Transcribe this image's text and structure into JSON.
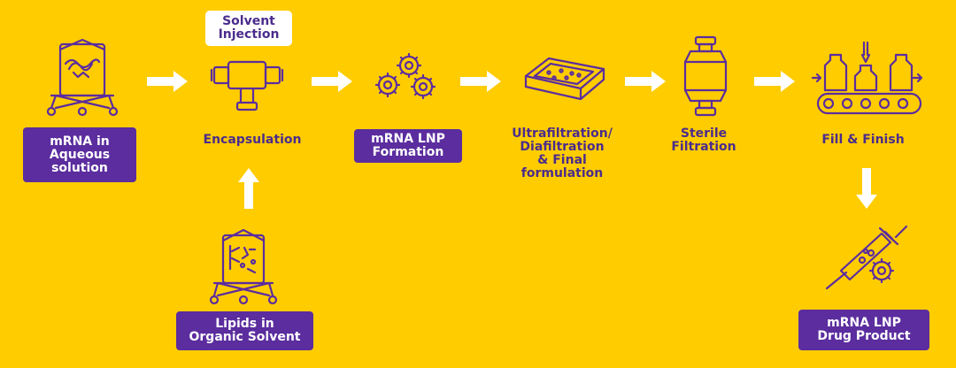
{
  "colors": {
    "background": "#FFCC00",
    "accent": "#5B2D9E",
    "arrow": "#FFFFFF"
  },
  "steps": {
    "mrna_aqueous": "mRNA in\nAqueous\nsolution",
    "solvent_injection": "Solvent\nInjection",
    "encapsulation": "Encapsulation",
    "lnp_formation": "mRNA LNP\nFormation",
    "uf_df": "Ultrafiltration/\nDiafiltration\n& Final\nformulation",
    "sterile_filtration": "Sterile\nFiltration",
    "fill_finish": "Fill & Finish",
    "lipids_organic": "Lipids in\nOrganic Solvent",
    "drug_product": "mRNA LNP\nDrug Product"
  },
  "icons": [
    "reactor-vessel-icon",
    "mixing-tee-icon",
    "nanoparticles-icon",
    "filtration-cassette-icon",
    "sterile-filter-icon",
    "filling-line-icon",
    "lipid-vessel-icon",
    "syringe-icon"
  ]
}
